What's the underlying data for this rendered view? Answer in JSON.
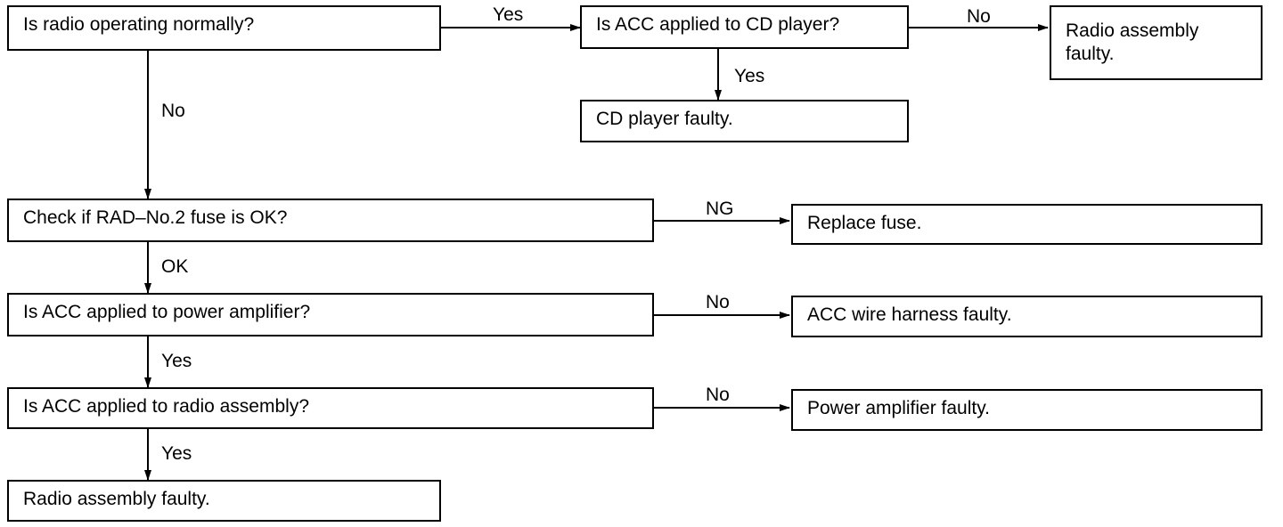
{
  "nodes": {
    "radio_normal": "Is radio operating normally?",
    "acc_cd": "Is ACC applied to CD player?",
    "radio_faulty_top": [
      "Radio assembly",
      "faulty."
    ],
    "cd_faulty": "CD player faulty.",
    "fuse_check": "Check if RAD–No.2 fuse is OK?",
    "replace_fuse": "Replace fuse.",
    "acc_amp": "Is ACC applied to power amplifier?",
    "acc_harness": "ACC wire harness faulty.",
    "acc_radio": "Is ACC applied to radio assembly?",
    "amp_faulty": "Power amplifier faulty.",
    "radio_faulty_bottom": "Radio assembly faulty."
  },
  "edges": {
    "radio_yes": "Yes",
    "radio_no": "No",
    "acc_cd_no": "No",
    "acc_cd_yes": "Yes",
    "fuse_ng": "NG",
    "fuse_ok": "OK",
    "acc_amp_no": "No",
    "acc_amp_yes": "Yes",
    "acc_radio_no": "No",
    "acc_radio_yes": "Yes"
  }
}
